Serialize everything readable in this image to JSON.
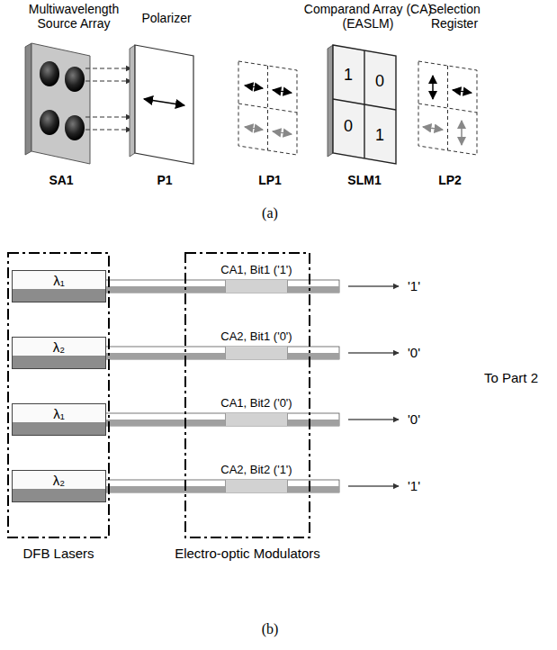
{
  "diagram": {
    "nodes": [
      {
        "text": [
          "1"
        ]
      },
      {
        "text": [
          "0"
        ]
      },
      {
        "text": [
          "0"
        ]
      },
      {
        "text": [
          "1"
        ]
      },
      {
        "text": [
          "DFB Lasers"
        ]
      },
      {
        "text": [
          "λ₁"
        ],
        "in": 4
      },
      {
        "text": [
          "λ₂"
        ],
        "in": 4
      },
      {
        "text": [
          "λ₁"
        ],
        "in": 4
      },
      {
        "text": [
          "λ₂"
        ],
        "in": 4
      },
      {
        "text": [
          "Electro-optic Modulators"
        ]
      },
      {
        "text": [
          "CA1, Bit1 ('1')"
        ],
        "in": 9
      },
      {
        "text": [
          "CA2, Bit1 ('0')"
        ],
        "in": 9
      },
      {
        "text": [
          "CA1, Bit2 ('0')"
        ],
        "in": 9
      },
      {
        "text": [
          "CA2, Bit2 ('1')"
        ],
        "in": 9
      }
    ],
    "edges": [
      {
        "from": 5,
        "to": 10,
        "arrow": "none"
      },
      {
        "from": 6,
        "to": 11,
        "arrow": "none"
      },
      {
        "from": 7,
        "to": 12,
        "arrow": "none"
      },
      {
        "from": 8,
        "to": 13,
        "arrow": "none"
      }
    ],
    "labels": [
      "Multiwavelength Source Array",
      "Polarizer",
      "Comparand Array (CA) (EASLM)",
      "Selection Register",
      "SA1",
      "P1",
      "LP1",
      "SLM1",
      "LP2",
      "(a)",
      "'1'",
      "'0'",
      "'0'",
      "'1'",
      "To Part 2",
      "(b)"
    ]
  }
}
